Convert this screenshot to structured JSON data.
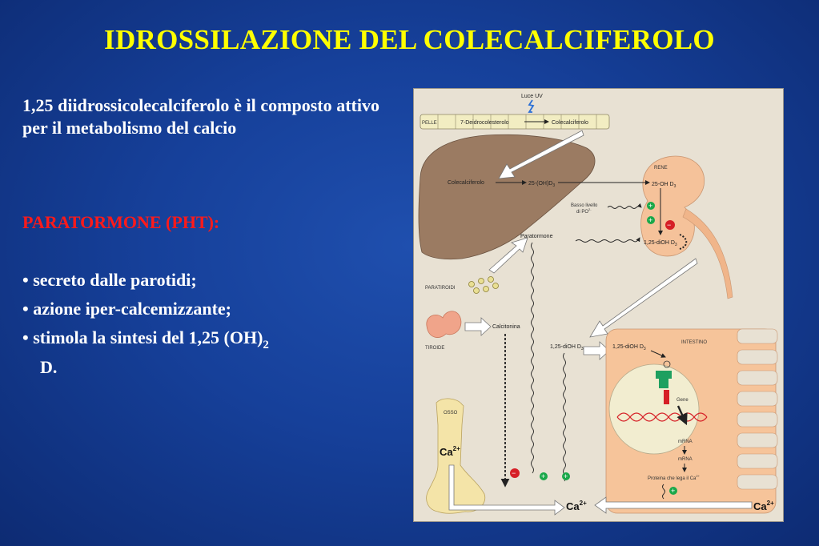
{
  "slide": {
    "title": "IDROSSILAZIONE DEL COLECALCIFEROLO",
    "intro": "1,25 diidrossicolecalciferolo è il composto attivo per il metabolismo del calcio",
    "pht_heading": "PARATORMONE (PHT):",
    "bullets": [
      "• secreto dalle parotidi;",
      "• azione iper-calcemizzante;",
      "• stimola la sintesi del 1,25 (OH)"
    ],
    "bullet3_subscript": "2",
    "bullet3_continuation": "D."
  },
  "diagram": {
    "luce_uv": "Luce UV",
    "pelle": "PELLE",
    "deidrocolesterolo": "7-Deidrocolesterolo",
    "colecalciferolo_skin": "Colecalciferolo",
    "colecalciferolo_liver": "Colecalciferolo",
    "oh_d3_liver": "25-(OH)D",
    "rene": "RENE",
    "oh_d3_kidney": "25-OH D",
    "basso_livello": "Basso livello",
    "di_po4": "di PO",
    "dioh_kidney": "1,25-diOH D",
    "paratormone": "Paratormone",
    "paratiroidi": "PARATIROIDI",
    "tiroide": "TIROIDE",
    "calcitonina": "Calcitonina",
    "dioh_mid": "1,25-diOH D",
    "dioh_intestine": "1,25-diOH D",
    "intestino": "INTESTINO",
    "gene": "Gene",
    "mrna1": "mRNA",
    "mrna2": "mRNA",
    "proteina": "Proteina che lega il Ca",
    "osso": "OSSO",
    "ca_bone": "Ca",
    "ca_blood": "Ca",
    "ca_lumen": "Ca",
    "sub3": "3",
    "sup_ca": "2+",
    "sup_po4": "2-",
    "plus": "+",
    "minus": "−",
    "colors": {
      "liver": "#9b7b62",
      "kidney": "#f5c29a",
      "intestine": "#f6c49a",
      "bone": "#f4e4a8",
      "cell_box": "#f2edd0",
      "plus_green": "#1aa84a",
      "minus_red": "#d61f26"
    }
  }
}
